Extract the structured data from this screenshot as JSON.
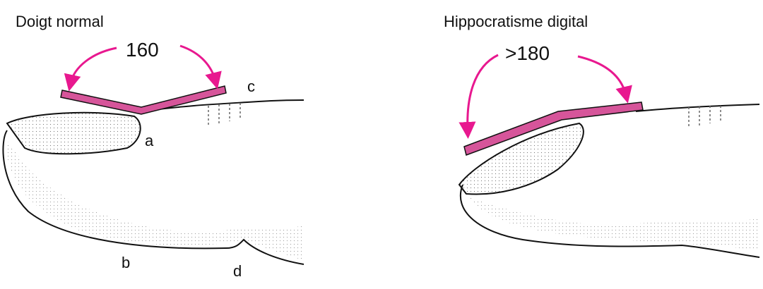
{
  "left": {
    "title": "Doigt normal",
    "angle": "160",
    "labels": {
      "a": "a",
      "b": "b",
      "c": "c",
      "d": "d"
    }
  },
  "right": {
    "title": "Hippocratisme digital",
    "angle": ">180"
  },
  "colors": {
    "bar": "#d6559a",
    "arrow": "#e8188f",
    "outline": "#111111"
  }
}
